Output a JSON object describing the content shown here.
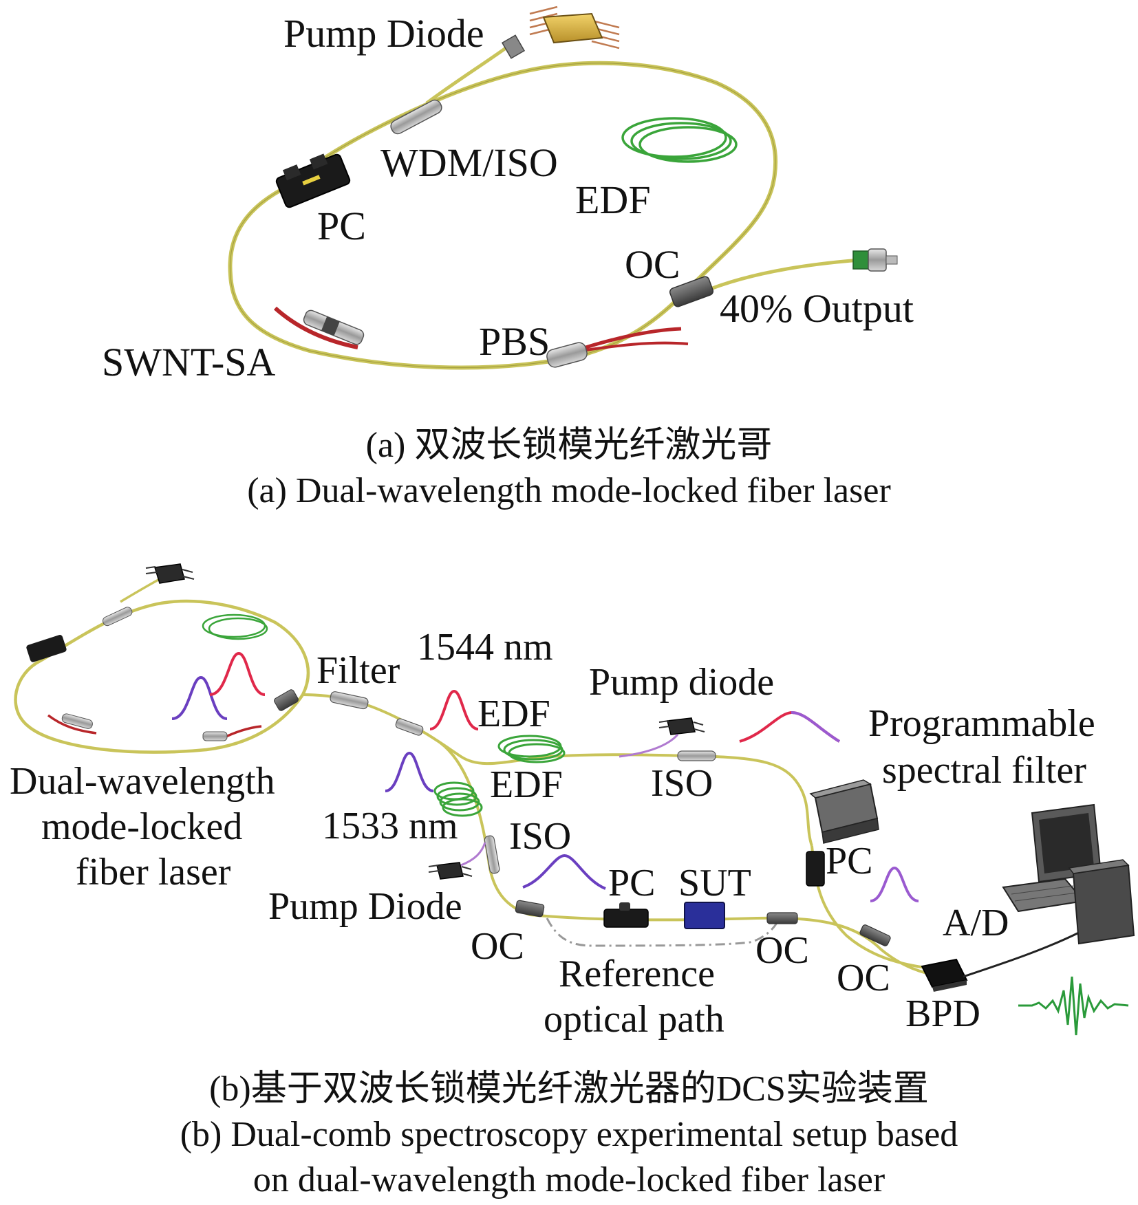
{
  "panel_a": {
    "labels": {
      "pump_diode": "Pump Diode",
      "wdm_iso": "WDM/ISO",
      "edf": "EDF",
      "pc": "PC",
      "oc": "OC",
      "output": "40% Output",
      "pbs": "PBS",
      "swnt_sa": "SWNT-SA"
    },
    "caption_cn": "(a) 双波长锁模光纤激光哥",
    "caption_en": "(a) Dual-wavelength mode-locked fiber laser"
  },
  "panel_b": {
    "labels": {
      "filter": "Filter",
      "nm1544": "1544 nm",
      "edf_top": "EDF",
      "pump_diode_top": "Pump diode",
      "programmable_1": "Programmable",
      "programmable_2": "spectral filter",
      "dual_1": "Dual-wavelength",
      "dual_2": "mode-locked",
      "dual_3": "fiber laser",
      "nm1533": "1533 nm",
      "edf_mid": "EDF",
      "iso_top": "ISO",
      "iso_mid": "ISO",
      "pc_right": "PC",
      "pc_mid": "PC",
      "sut": "SUT",
      "ad": "A/D",
      "pump_diode_bottom": "Pump Diode",
      "oc_left": "OC",
      "oc_mid": "OC",
      "oc_right": "OC",
      "reference_1": "Reference",
      "reference_2": "optical path",
      "bpd": "BPD"
    },
    "caption_cn": "(b)基于双波长锁模光纤激光器的DCS实验装置",
    "caption_en_1": "(b) Dual-comb spectroscopy experimental setup based",
    "caption_en_2": "on dual-wavelength mode-locked fiber laser"
  },
  "colors": {
    "fiber": "#c9c45a",
    "fiber_dark": "#8f8a30",
    "edf_coil": "#3aa53a",
    "red_fiber": "#b8262a",
    "pulse_red": "#e0284a",
    "pulse_purple": "#6a3fc0",
    "sut_blue": "#2a2f9a",
    "signal_green": "#2a9a3a"
  }
}
